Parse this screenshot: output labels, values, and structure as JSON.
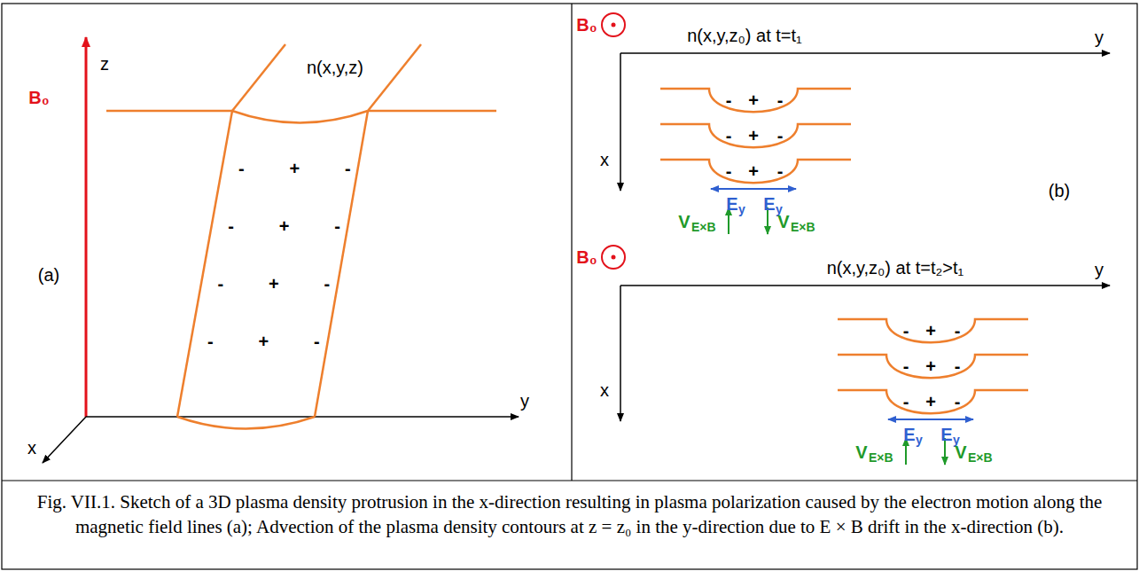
{
  "diagram": {
    "caption": "Fig. VII.1. Sketch of a 3D plasma density protrusion in the x-direction resulting in plasma polarization caused by the electron motion along the magnetic field lines (a); Advection of the plasma density contours at z = z₀ in the y-direction due to E × B drift in the x-direction (b).",
    "labels": [
      "B₀",
      "z",
      "n(x,y,z)",
      "(a)",
      "x",
      "y",
      "-",
      "+",
      "-",
      "-",
      "+",
      "-",
      "-",
      "+",
      "-",
      "-",
      "+",
      "-",
      "B₀",
      "n(x,y,z₀) at t=t₁",
      "y",
      "x",
      "-",
      "+",
      "-",
      "-",
      "+",
      "-",
      "-",
      "+",
      "-",
      "E",
      "y",
      "E",
      "y",
      "V",
      "E×B",
      "V",
      "E×B",
      "(b)",
      "B₀",
      "n(x,y,z₀) at t=t₂>t₁",
      "y",
      "x",
      "-",
      "+",
      "-",
      "-",
      "+",
      "-",
      "-",
      "+",
      "-",
      "E",
      "y",
      "E",
      "y",
      "V",
      "E×B",
      "V",
      "E×B"
    ]
  }
}
